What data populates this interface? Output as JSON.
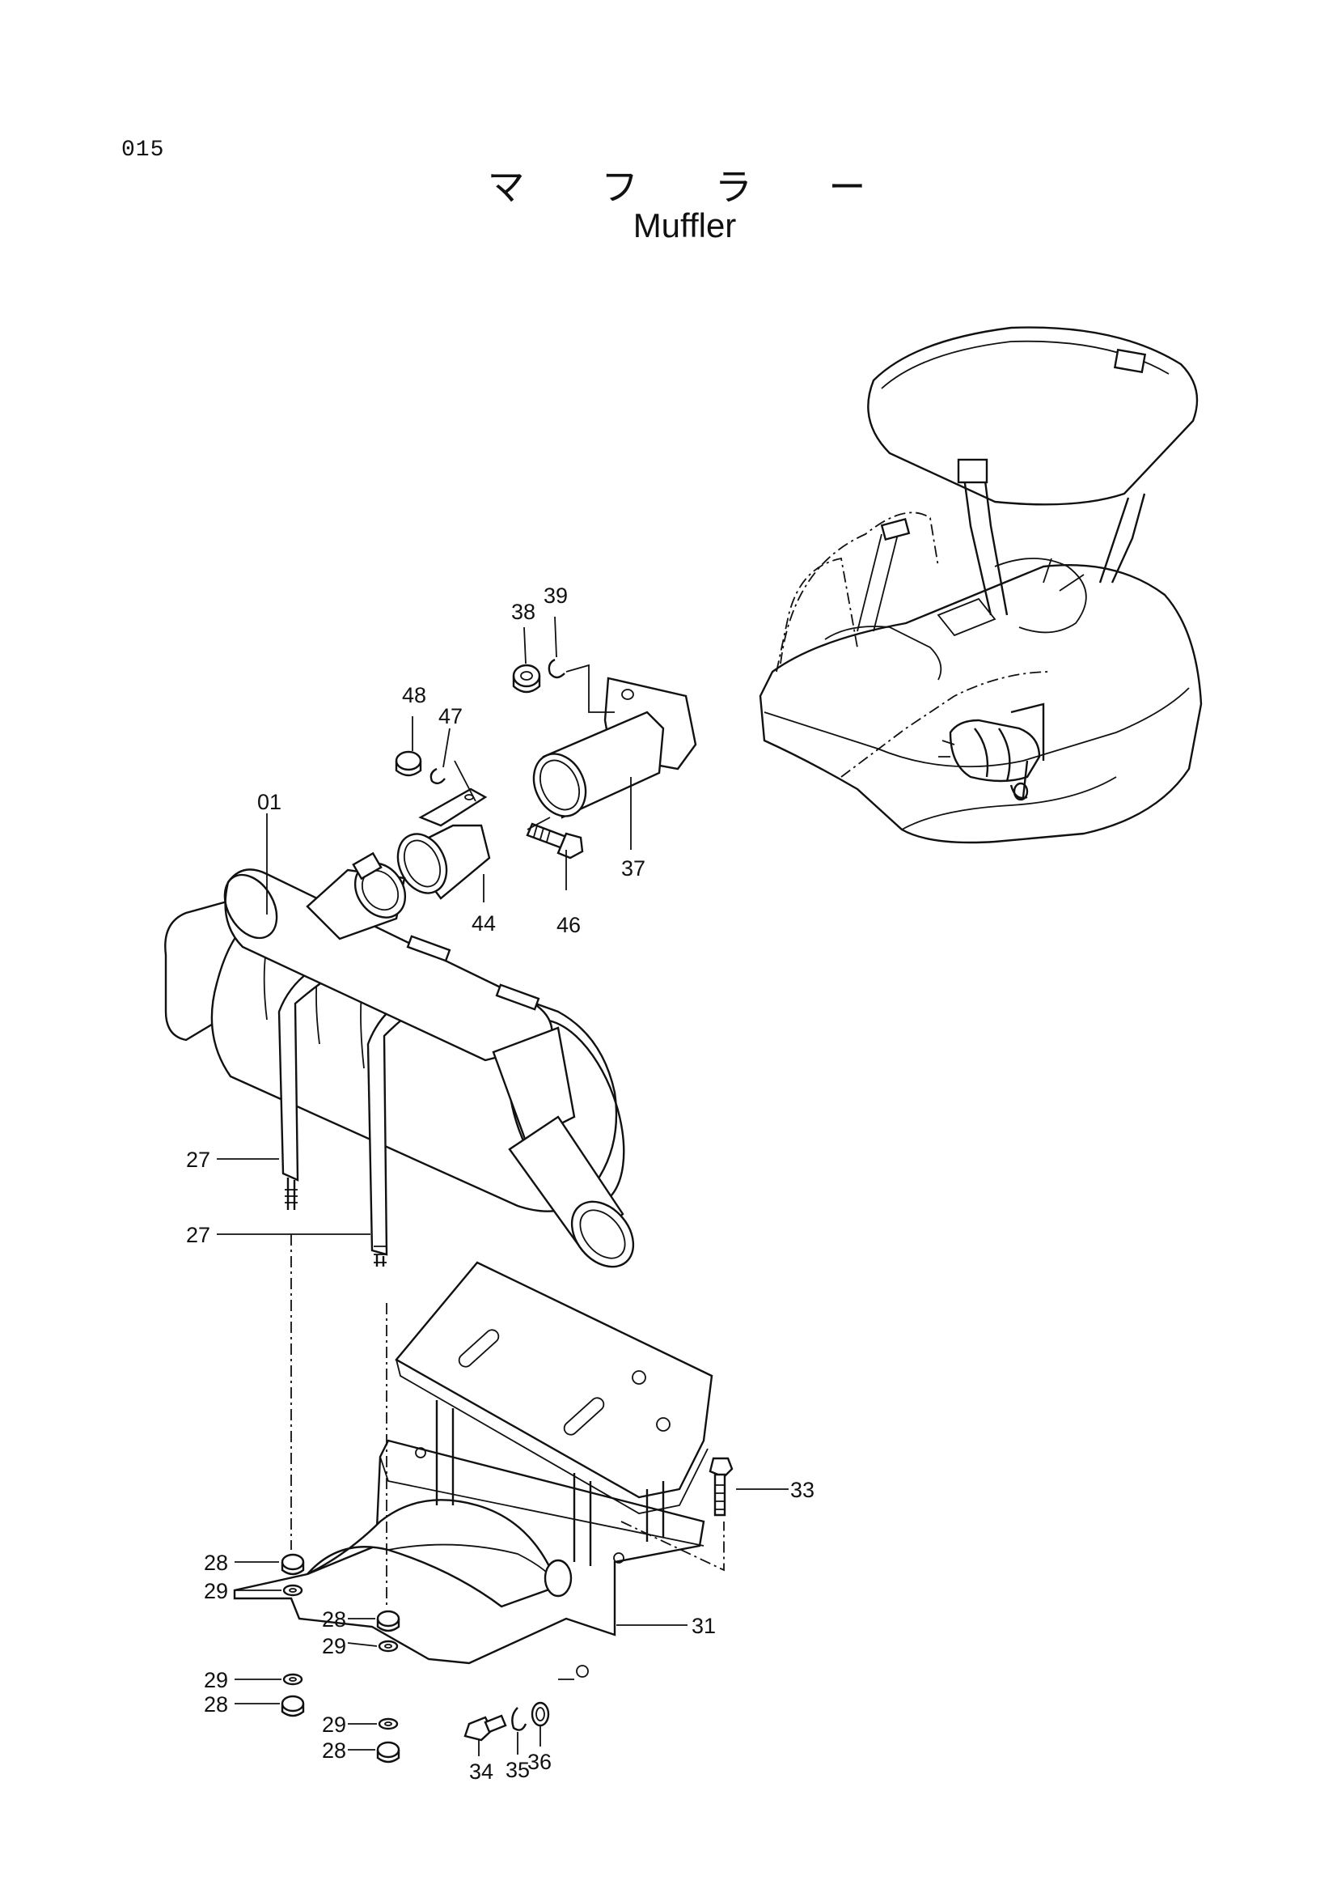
{
  "page_number": "015",
  "title_jp": "マ フ ラ ー",
  "title_en": "Muffler",
  "callouts": [
    {
      "id": "c01",
      "label": "01"
    },
    {
      "id": "c48",
      "label": "48"
    },
    {
      "id": "c47",
      "label": "47"
    },
    {
      "id": "c44",
      "label": "44"
    },
    {
      "id": "c46",
      "label": "46"
    },
    {
      "id": "c38",
      "label": "38"
    },
    {
      "id": "c39",
      "label": "39"
    },
    {
      "id": "c37",
      "label": "37"
    },
    {
      "id": "c27a",
      "label": "27"
    },
    {
      "id": "c27b",
      "label": "27"
    },
    {
      "id": "c33",
      "label": "33"
    },
    {
      "id": "c28a",
      "label": "28"
    },
    {
      "id": "c29a",
      "label": "29"
    },
    {
      "id": "c28b",
      "label": "28"
    },
    {
      "id": "c29b",
      "label": "29"
    },
    {
      "id": "c29c",
      "label": "29"
    },
    {
      "id": "c28c",
      "label": "28"
    },
    {
      "id": "c29d",
      "label": "29"
    },
    {
      "id": "c28d",
      "label": "28"
    },
    {
      "id": "c31",
      "label": "31"
    },
    {
      "id": "c34",
      "label": "34"
    },
    {
      "id": "c35",
      "label": "35"
    },
    {
      "id": "c36",
      "label": "36"
    }
  ]
}
